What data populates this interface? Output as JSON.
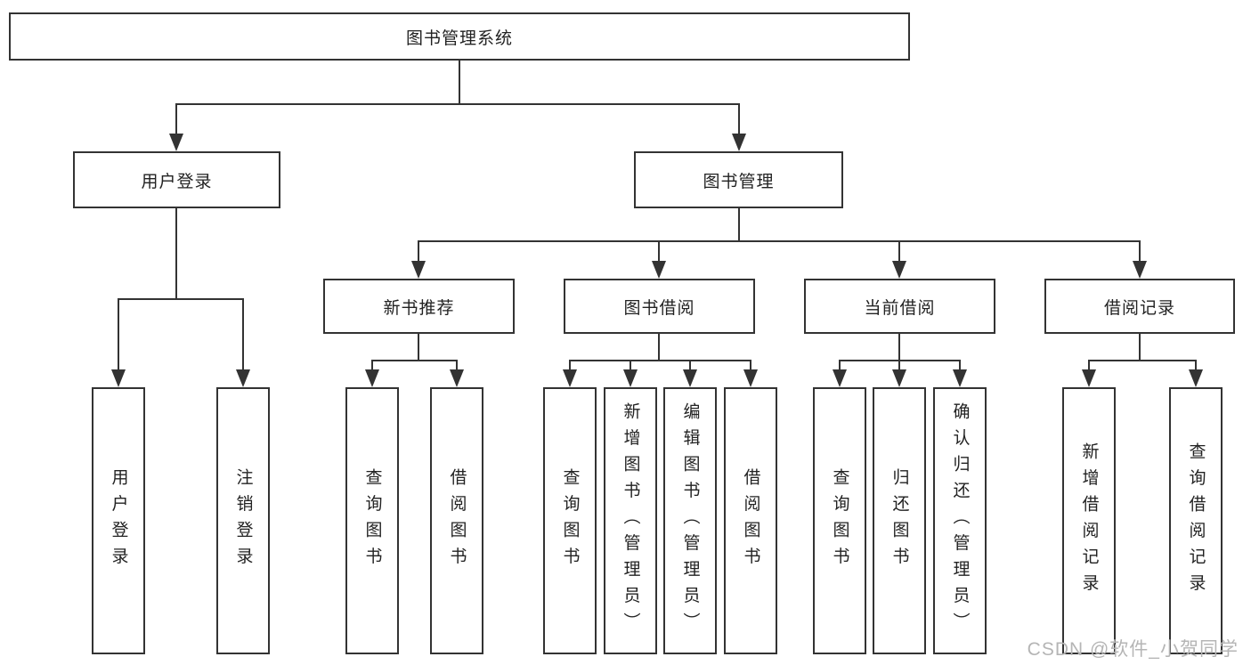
{
  "colors": {
    "background": "#ffffff",
    "line": "#333333",
    "box_border": "#333333",
    "box_fill": "#ffffff",
    "text": "#222222",
    "watermark": "#b5b5b5"
  },
  "tree": {
    "root": {
      "label": "图书管理系统"
    },
    "level2": [
      {
        "label": "用户登录"
      },
      {
        "label": "图书管理"
      }
    ],
    "level3": [
      {
        "label": "新书推荐"
      },
      {
        "label": "图书借阅"
      },
      {
        "label": "当前借阅"
      },
      {
        "label": "借阅记录"
      }
    ],
    "leaves": [
      {
        "label": "用户登录"
      },
      {
        "label": "注销登录"
      },
      {
        "label": "查询图书"
      },
      {
        "label": "借阅图书"
      },
      {
        "label": "查询图书"
      },
      {
        "label": "新增图书（管理员）"
      },
      {
        "label": "编辑图书（管理员）"
      },
      {
        "label": "借阅图书"
      },
      {
        "label": "查询图书"
      },
      {
        "label": "归还图书"
      },
      {
        "label": "确认归还（管理员）"
      },
      {
        "label": "新增借阅记录"
      },
      {
        "label": "查询借阅记录"
      }
    ]
  },
  "watermark": {
    "text": "CSDN @软件_小贺同学"
  }
}
